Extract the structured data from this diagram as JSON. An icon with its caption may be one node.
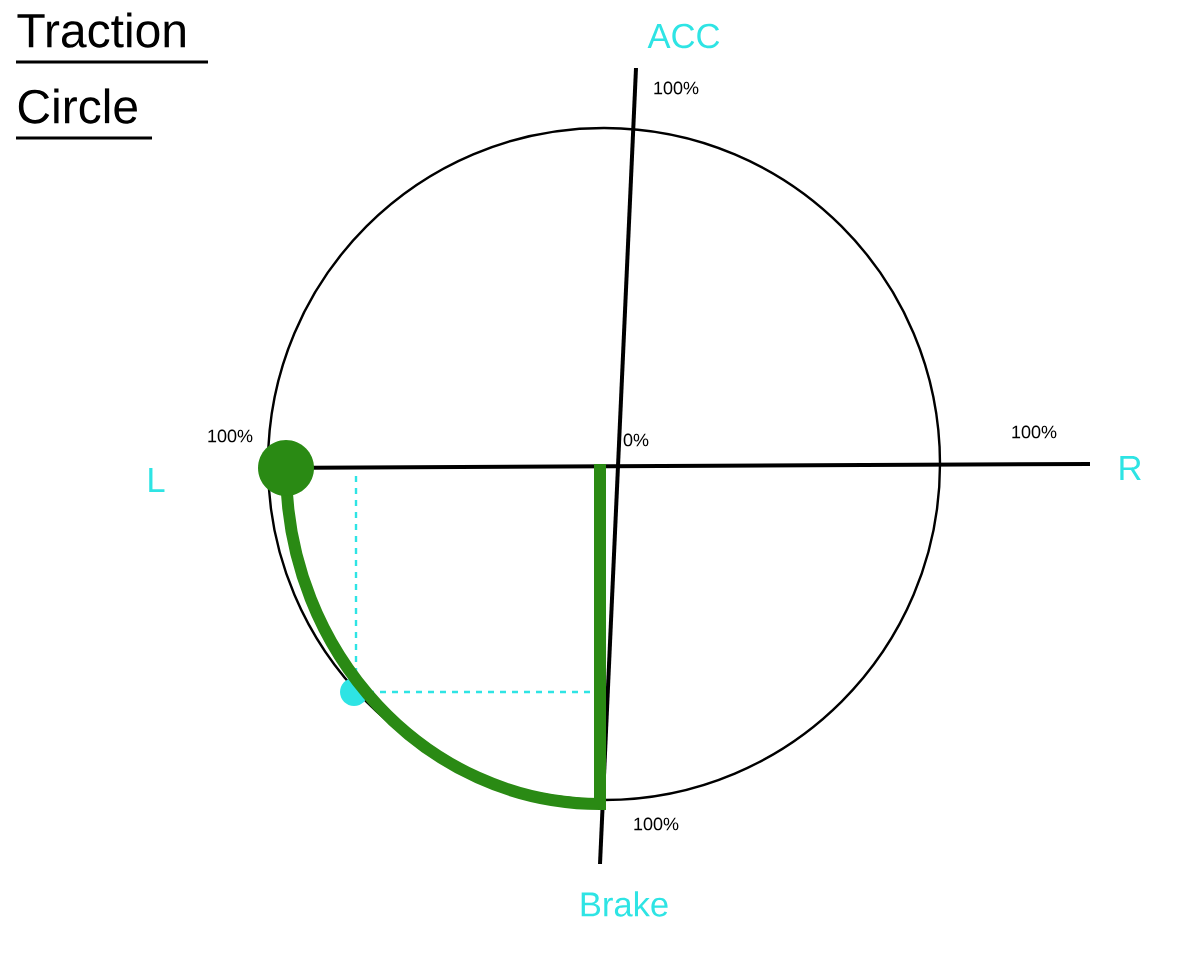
{
  "diagram": {
    "title": "Traction Circle",
    "labels": [
      "ACC",
      "100%",
      "L",
      "100%",
      "0%",
      "100%",
      "R",
      "100%",
      "Brake"
    ]
  }
}
